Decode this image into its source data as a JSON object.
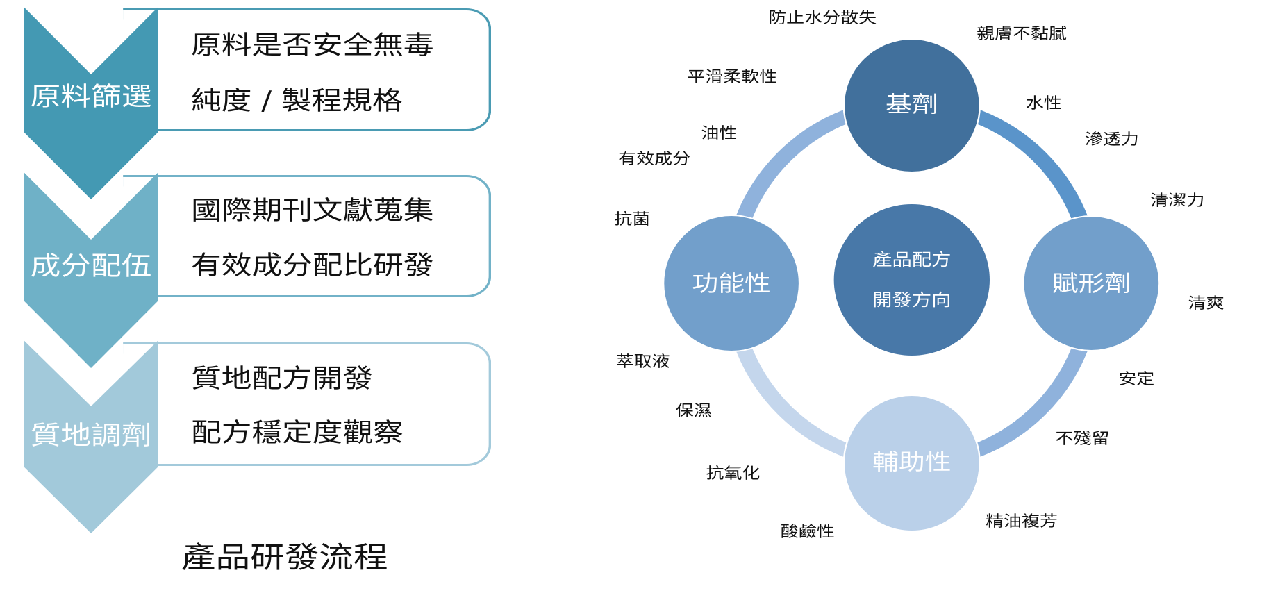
{
  "process": {
    "title": "產品研發流程",
    "steps": [
      {
        "label": "原料篩選",
        "color": "#4499b3",
        "border_color": "#4a9bb3",
        "items": [
          "原料是否安全無毒",
          "純度 / 製程規格"
        ]
      },
      {
        "label": "成分配伍",
        "color": "#6fb1c7",
        "border_color": "#72b2c8",
        "items": [
          "國際期刊文獻蒐集",
          "有效成分配比研發"
        ]
      },
      {
        "label": "質地調劑",
        "color": "#a2c9da",
        "border_color": "#a3cadb",
        "items": [
          "質地配方開發",
          "配方穩定度觀察"
        ]
      }
    ]
  },
  "formula_diagram": {
    "center": {
      "lines": [
        "產品配方",
        "開發方向"
      ],
      "color": "#4878a8"
    },
    "nodes": [
      {
        "id": "base",
        "label": "基劑",
        "color": "#41709c"
      },
      {
        "id": "excipient",
        "label": "賦形劑",
        "color": "#729fcb"
      },
      {
        "id": "auxiliary",
        "label": "輔助性",
        "color": "#bad0e9"
      },
      {
        "id": "functional",
        "label": "功能性",
        "color": "#729fcb"
      }
    ],
    "ring_segments": [
      {
        "from": "base",
        "to": "excipient",
        "color": "#5a94ca"
      },
      {
        "from": "excipient",
        "to": "auxiliary",
        "color": "#8fb2dc"
      },
      {
        "from": "auxiliary",
        "to": "functional",
        "color": "#c4d6ec"
      },
      {
        "from": "functional",
        "to": "base",
        "color": "#8fb2dc"
      }
    ],
    "attributes": [
      "防止水分散失",
      "親膚不黏膩",
      "平滑柔軟性",
      "水性",
      "油性",
      "滲透力",
      "有效成分",
      "清潔力",
      "抗菌",
      "清爽",
      "萃取液",
      "安定",
      "保濕",
      "不殘留",
      "抗氧化",
      "精油複芳",
      "酸鹼性"
    ]
  }
}
